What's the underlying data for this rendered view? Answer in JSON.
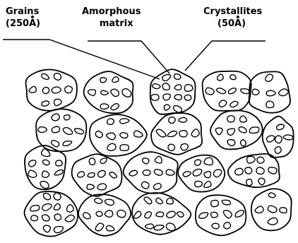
{
  "labels": {
    "grains": {
      "line1": "Grains",
      "line2_prefix": "(250",
      "line2_unit": "A",
      "line2_suffix": ")"
    },
    "amorphous": {
      "line1": "Amorphous",
      "line2": "matrix"
    },
    "crystallites": {
      "line1": "Crystallites",
      "line2_prefix": "(50",
      "line2_unit": "A",
      "line2_suffix": ")"
    }
  },
  "colors": {
    "ink": "#000000",
    "background": "#ffffff"
  }
}
